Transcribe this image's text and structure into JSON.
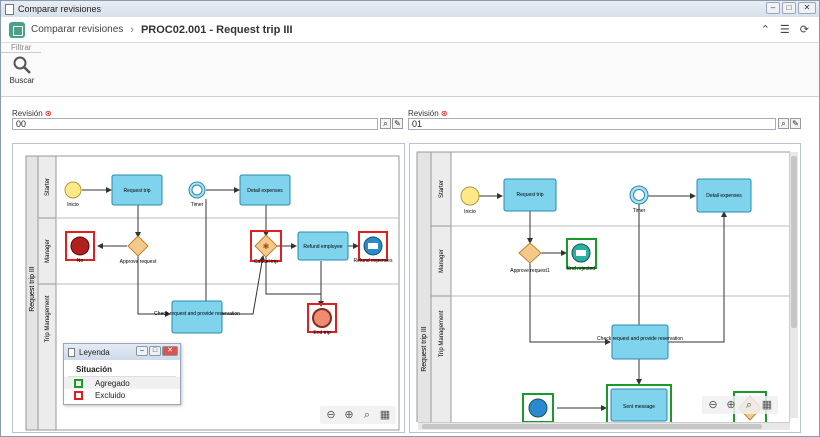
{
  "window": {
    "title": "Comparar revisiones"
  },
  "header": {
    "crumb": "Comparar revisiones",
    "separator": "›",
    "title": "PROC02.001 - Request trip III"
  },
  "toolbar": {
    "filter_label": "Filtrar",
    "search_label": "Buscar"
  },
  "revision_left": {
    "label": "Revisión",
    "value": "00"
  },
  "revision_right": {
    "label": "Revisión",
    "value": "01"
  },
  "colors": {
    "added": "#1a9a2a",
    "removed": "#e02020",
    "task_fill": "#7fd3ec",
    "task_stroke": "#2a8ab0",
    "gateway": "#f5c98a"
  },
  "left_diagram": {
    "pool": "Request trip III",
    "lanes": [
      "Starter",
      "Manager",
      "Trip Management"
    ],
    "nodes": {
      "start": "Inicio",
      "task_request": "Request trip",
      "timer": "Timer",
      "task_detail": "Detail expenses",
      "end_no": "No",
      "gateway_approve": "Approve request",
      "gateway_cancel": "Cancel trip",
      "task_refund": "Refund employee",
      "msg_refund": "Refund expenses",
      "task_check": "Check request and provide reservation",
      "end_trip": "End trip"
    }
  },
  "right_diagram": {
    "pool": "Request trip III",
    "lanes": [
      "Starter",
      "Manager",
      "Trip Management"
    ],
    "nodes": {
      "start": "Inicio",
      "task_request": "Request trip",
      "timer": "Timer",
      "task_detail": "Detail expenses",
      "gateway_approve": "Approve request1",
      "end_rejected": "End rejected",
      "task_check": "Check request and provide reservation",
      "task_sent": "Sent message"
    }
  },
  "legend": {
    "title": "Leyenda",
    "situation": "Situación",
    "added": "Agregado",
    "removed": "Excluido"
  }
}
